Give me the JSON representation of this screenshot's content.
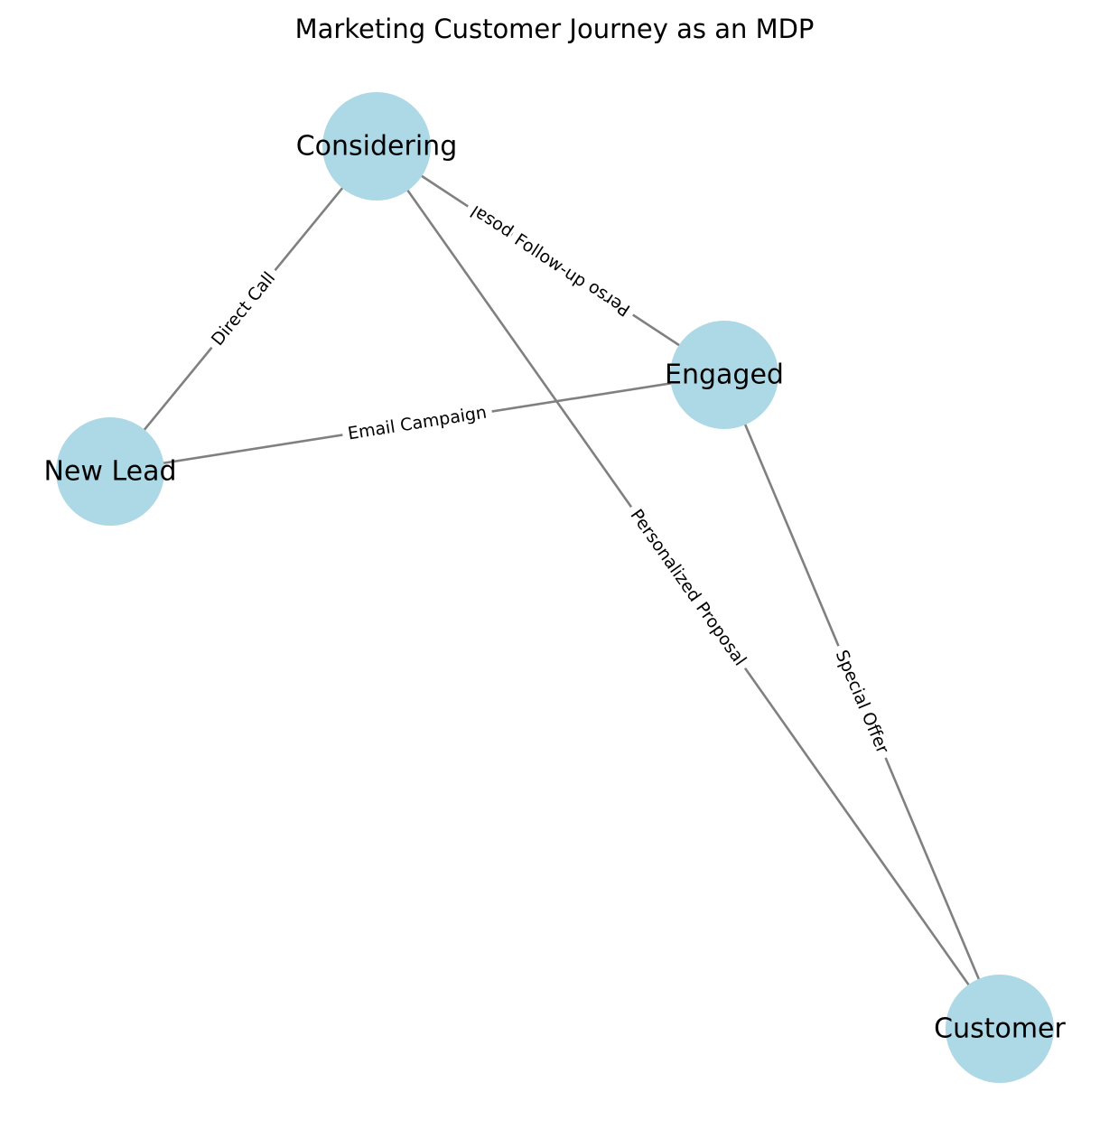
{
  "title": "Marketing Customer Journey as an MDP",
  "colors": {
    "node_fill": "#add8e6",
    "edge": "#808080",
    "text": "#000000",
    "background": "#ffffff"
  },
  "nodes": [
    {
      "id": "considering",
      "label": "Considering"
    },
    {
      "id": "engaged",
      "label": "Engaged"
    },
    {
      "id": "new_lead",
      "label": "New Lead"
    },
    {
      "id": "customer",
      "label": "Customer"
    }
  ],
  "edges": [
    {
      "id": "direct_call",
      "source": "new_lead",
      "target": "considering",
      "label": "Direct Call"
    },
    {
      "id": "email_campaign",
      "source": "new_lead",
      "target": "engaged",
      "label": "Email Campaign"
    },
    {
      "id": "follow_up",
      "source": "considering",
      "target": "engaged",
      "label": "Follow-up",
      "overlap_label": "Personalized Proposal"
    },
    {
      "id": "personalized_proposal",
      "source": "considering",
      "target": "customer",
      "label": "Personalized Proposal"
    },
    {
      "id": "special_offer",
      "source": "engaged",
      "target": "customer",
      "label": "Special Offer"
    }
  ]
}
